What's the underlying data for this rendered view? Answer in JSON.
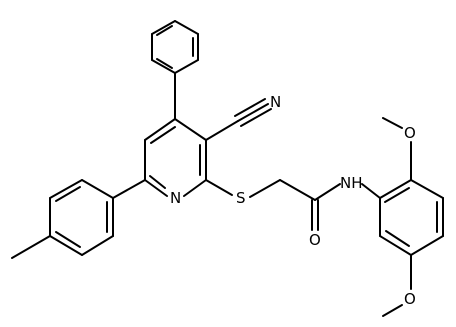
{
  "molecule": {
    "labels": {
      "cyano_n": "N",
      "pyridine_n": "N",
      "sulfur": "S",
      "amide_nh": "NH",
      "carbonyl_o": "O",
      "methoxy_top_o": "O",
      "methoxy_bottom_o": "O"
    }
  }
}
